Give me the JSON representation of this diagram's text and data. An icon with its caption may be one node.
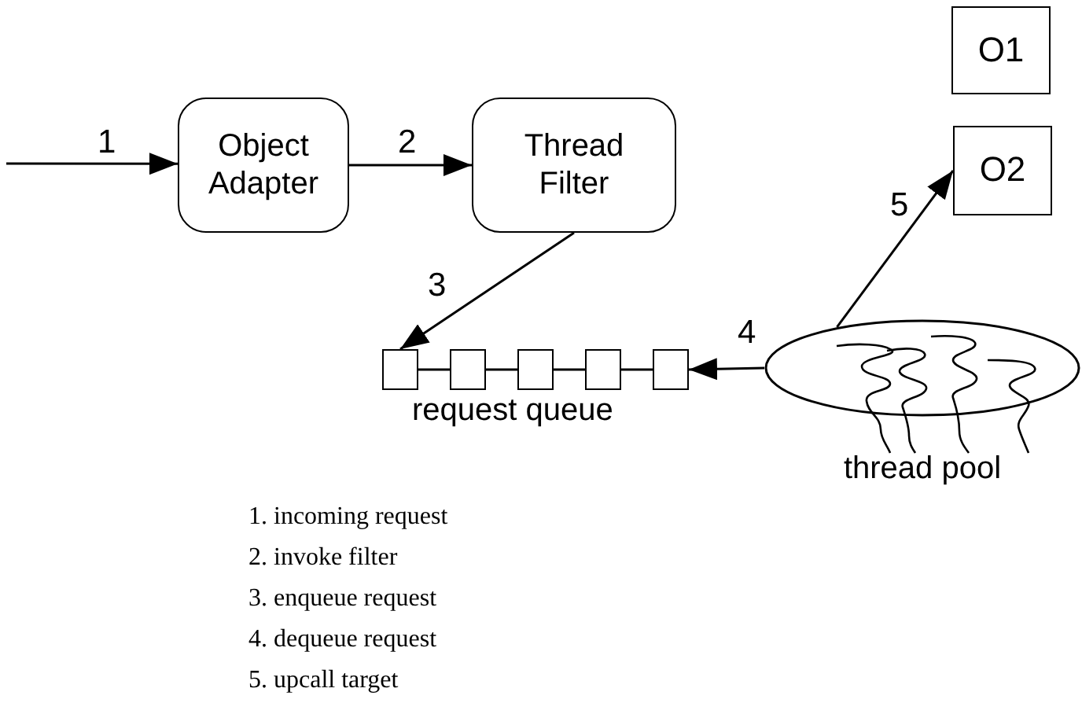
{
  "diagram": {
    "nodes": [
      {
        "text": [
          "Object Adapter"
        ]
      },
      {
        "text": [
          "Thread Filter"
        ]
      },
      {
        "text": [
          "O1"
        ]
      },
      {
        "text": [
          "O2"
        ]
      },
      {
        "text": [],
        "shape": "box"
      },
      {
        "text": [],
        "shape": "box"
      },
      {
        "text": [],
        "shape": "box"
      },
      {
        "text": [],
        "shape": "box"
      },
      {
        "text": [],
        "shape": "box"
      },
      {
        "text": [
          "thread pool"
        ]
      }
    ],
    "edges": [
      {
        "from": null,
        "to": 0,
        "arrow": "to",
        "label": "1"
      },
      {
        "from": 0,
        "to": 1,
        "arrow": "to",
        "label": "2"
      },
      {
        "from": 1,
        "to": 4,
        "arrow": "to",
        "label": "3"
      },
      {
        "from": 9,
        "to": 8,
        "arrow": "to",
        "label": "4"
      },
      {
        "from": 9,
        "to": 3,
        "arrow": "to",
        "label": "5"
      },
      {
        "from": 4,
        "to": 5,
        "arrow": "none"
      },
      {
        "from": 5,
        "to": 6,
        "arrow": "none"
      },
      {
        "from": 6,
        "to": 7,
        "arrow": "none"
      },
      {
        "from": 7,
        "to": 8,
        "arrow": "none"
      }
    ],
    "labels": [
      "request queue",
      "1. incoming request",
      "2. invoke filter",
      "3. enqueue request",
      "4. dequeue request",
      "5. upcall target"
    ]
  }
}
